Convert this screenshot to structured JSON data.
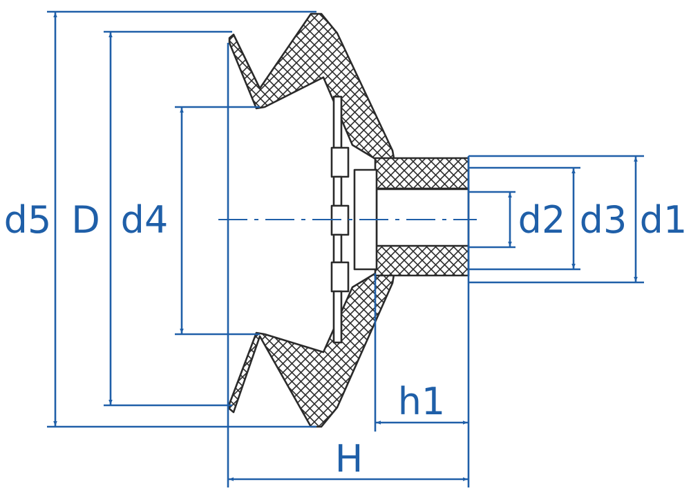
{
  "colors": {
    "dimension": "#1f5fa8",
    "outline": "#2a2a2a",
    "hatch": "#2a2a2a",
    "background": "#ffffff"
  },
  "labels": {
    "d5": "d5",
    "D": "D",
    "d4": "d4",
    "d2": "d2",
    "d3": "d3",
    "d1": "d1",
    "h1": "h1",
    "H": "H"
  }
}
